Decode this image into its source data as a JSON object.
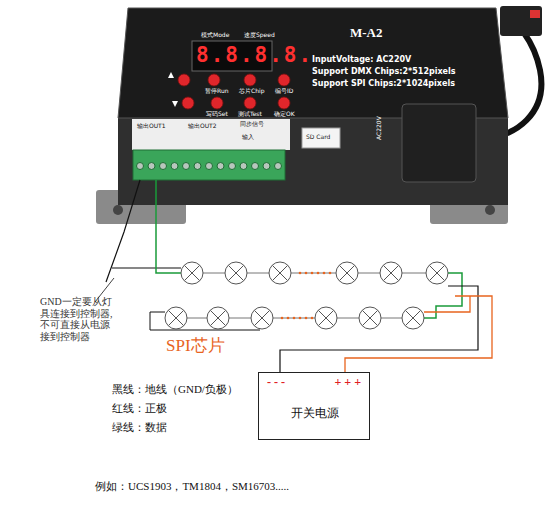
{
  "diagram": {
    "nodes": [
      {
        "text": [
          "- - -",
          "+ + +",
          "开关电源"
        ]
      }
    ],
    "labels": [
      "模式Mode",
      "速度Speed",
      "8.8.8.8.",
      "M-A2",
      "InputVoltage: AC220V",
      "Support DMX Chips:2*512pixels",
      "Support SPI Chips:2*1024pixels",
      "暂停Run",
      "芯片Chip",
      "编号ID",
      "写码Set",
      "测试Test",
      "确定OK",
      "输出OUT1",
      "输出OUT2",
      "同步信号",
      "输入",
      "SD Card",
      "AC220V",
      "GND一定要从灯具连接到控制器,不可直接从电源接到控制器",
      "SPI芯片",
      "黑线：地线（GND/负极）",
      "红线：正极",
      "绿线：数据",
      "例如：UCS1903，TM1804，SM16703....."
    ]
  }
}
